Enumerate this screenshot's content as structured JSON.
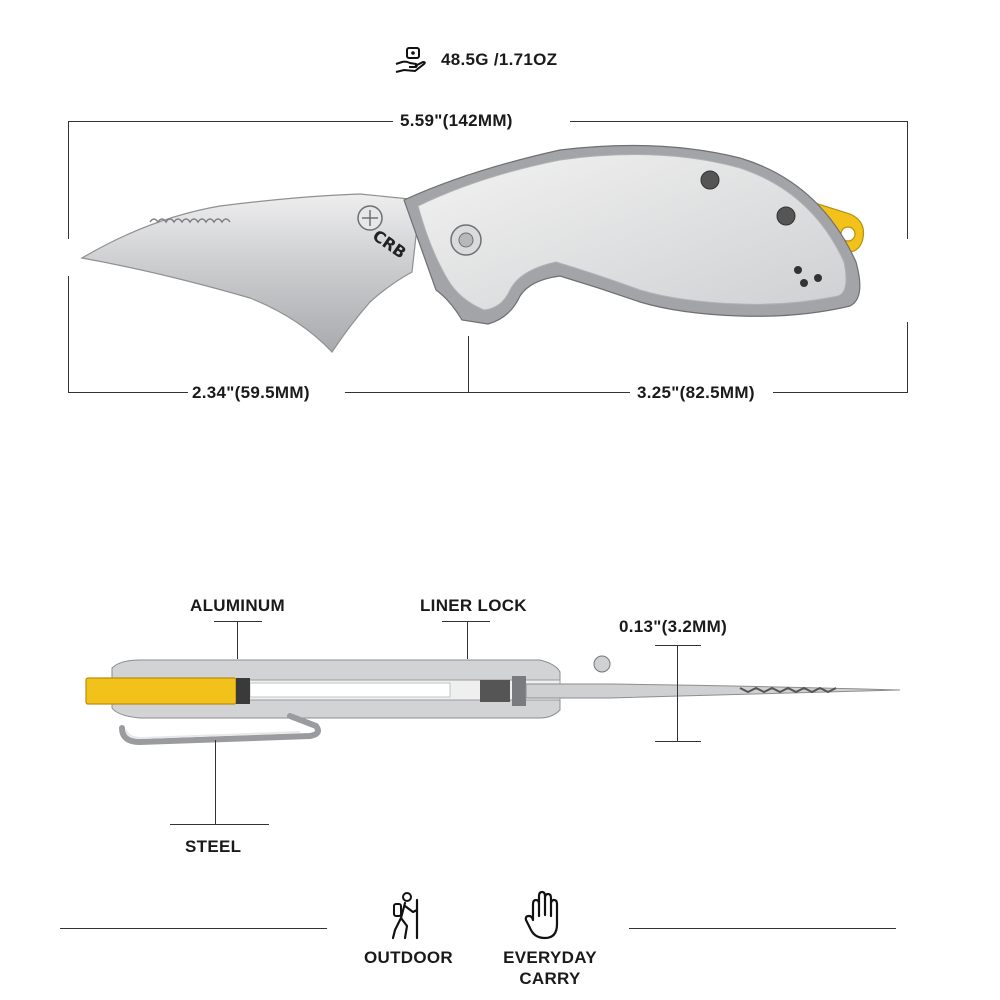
{
  "weight": {
    "icon": "hand-weight-icon",
    "text": "48.5G /1.71OZ"
  },
  "dimensions": {
    "overall": "5.59\"(142MM)",
    "blade": "2.34\"(59.5MM)",
    "handle": "3.25\"(82.5MM)",
    "thickness": "0.13\"(3.2MM)"
  },
  "logo": "CRB",
  "materials": {
    "handle": "ALUMINUM",
    "lock": "LINER LOCK",
    "clip": "STEEL"
  },
  "features": [
    {
      "icon": "hiker-icon",
      "label": "OUTDOOR"
    },
    {
      "icon": "hand-icon",
      "label": "EVERYDAY CARRY"
    }
  ],
  "colors": {
    "accent": "#f2c21b",
    "handle": "#d9dadb",
    "blade": "#c9cacc",
    "line": "#333333"
  }
}
